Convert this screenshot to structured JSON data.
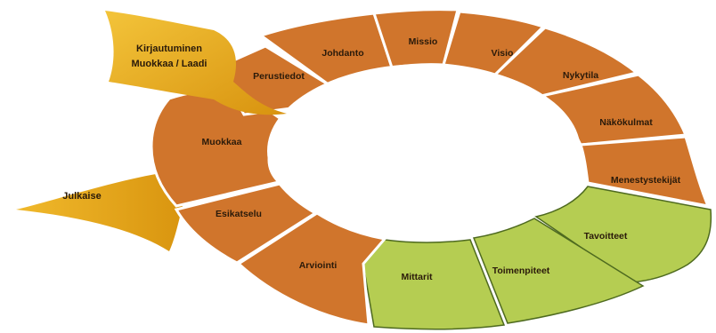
{
  "colors": {
    "orange": "#d0752c",
    "orange_dark": "#b25c1c",
    "green": "#b5cd52",
    "green_stroke": "#4e6a1f",
    "gold": "#eaae1f",
    "gold_dark": "#c98a0e",
    "separator": "#ffffff",
    "background": "#ffffff"
  },
  "segments": [
    {
      "id": "perustiedot",
      "label": "Perustiedot",
      "color": "orange"
    },
    {
      "id": "johdanto",
      "label": "Johdanto",
      "color": "orange"
    },
    {
      "id": "missio",
      "label": "Missio",
      "color": "orange"
    },
    {
      "id": "visio",
      "label": "Visio",
      "color": "orange"
    },
    {
      "id": "nykytila",
      "label": "Nykytila",
      "color": "orange"
    },
    {
      "id": "nakokulmat",
      "label": "Näkökulmat",
      "color": "orange"
    },
    {
      "id": "menestystekijat",
      "label": "Menestystekijät",
      "color": "orange"
    },
    {
      "id": "tavoitteet",
      "label": "Tavoitteet",
      "color": "green"
    },
    {
      "id": "toimenpiteet",
      "label": "Toimenpiteet",
      "color": "green"
    },
    {
      "id": "mittarit",
      "label": "Mittarit",
      "color": "green"
    },
    {
      "id": "arviointi",
      "label": "Arviointi",
      "color": "orange"
    },
    {
      "id": "esikatselu",
      "label": "Esikatselu",
      "color": "orange"
    },
    {
      "id": "muokkaa",
      "label": "Muokkaa",
      "color": "orange"
    }
  ],
  "flags": {
    "login": {
      "line1": "Kirjautuminen",
      "line2": "Muokkaa / Laadi"
    },
    "publish": {
      "label": "Julkaise"
    }
  }
}
